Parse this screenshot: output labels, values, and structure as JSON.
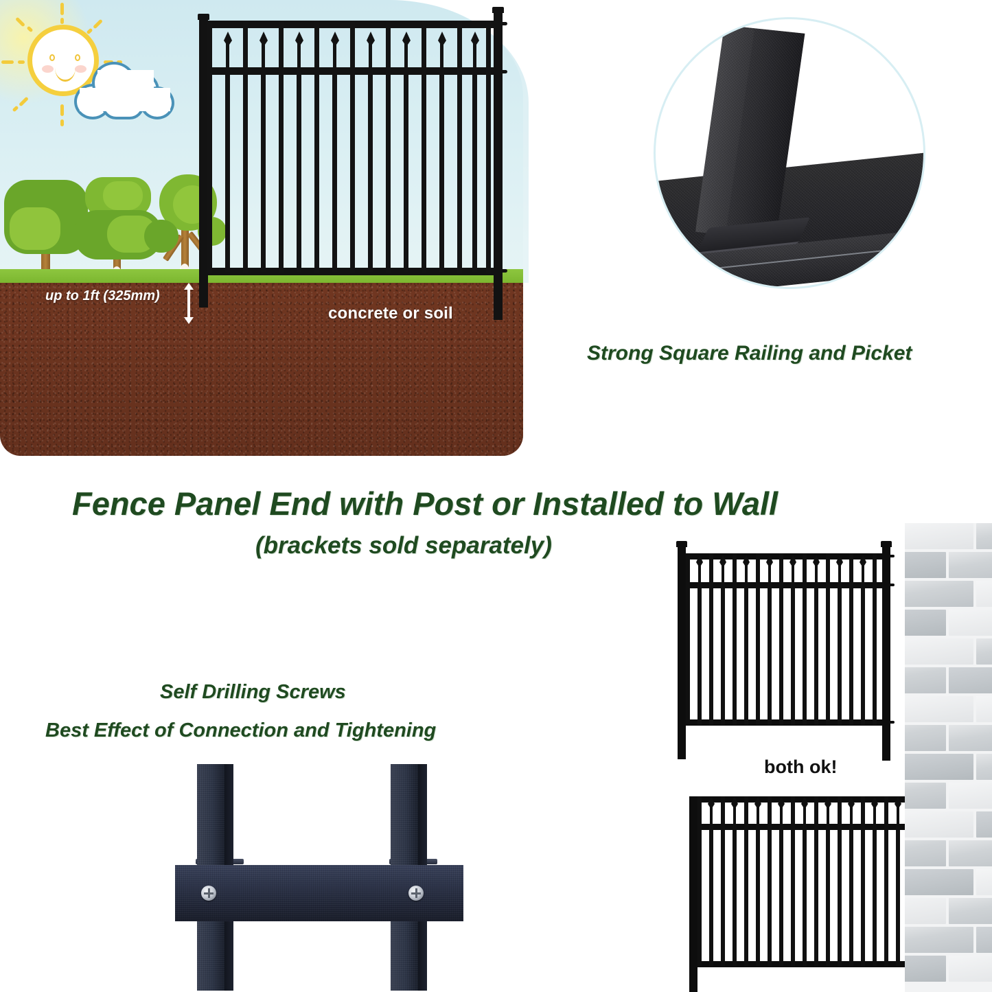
{
  "scene": {
    "depth_label": "up to 1ft (325mm)",
    "ground_label": "concrete or soil",
    "sky_color": "#d5ecf2",
    "grass_color": "#8dc63f",
    "soil_color": "#6b3420",
    "sun_color": "#f3cb3c",
    "cloud_outline_color": "#4a92b8",
    "trees": [
      {
        "name": "large-round-tree"
      },
      {
        "name": "double-blob-tree"
      },
      {
        "name": "branching-tree"
      }
    ]
  },
  "detail_photo": {
    "caption": "Strong Square Railing and Picket",
    "caption_color": "#1f4a20"
  },
  "headings": {
    "main": "Fence Panel End with Post or Installed to Wall",
    "sub": "(brackets sold separately)",
    "screws": "Self Drilling Screws",
    "best": "Best Effect of Connection and Tightening",
    "color": "#1f4a20"
  },
  "panels": {
    "both_ok_label": "both ok!",
    "top_panel_name": "fence-panel-with-posts",
    "bottom_panel_name": "fence-panel-installed-to-wall",
    "picket_color": "#101010"
  },
  "screw_photo": {
    "name": "self-drilling-screw-connection-photo",
    "post_color": "#2b3247",
    "screw_color": "#c6cbd4",
    "screw_count": 2
  },
  "wall": {
    "name": "brick-wall",
    "brick_color": "#cfd3d6",
    "mortar_color": "#f5f6f7"
  }
}
